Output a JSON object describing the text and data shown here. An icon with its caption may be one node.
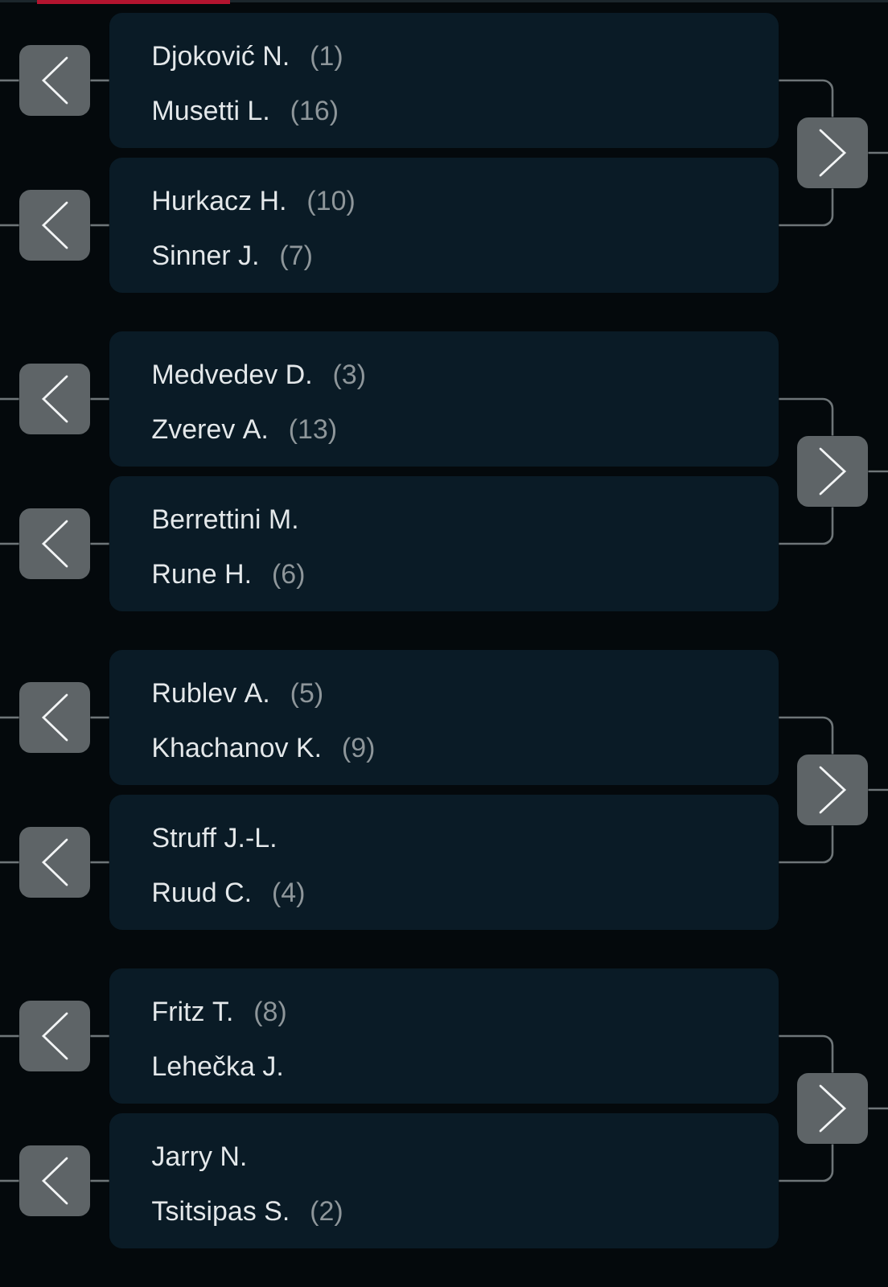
{
  "diagram": {
    "nodes": [
      {
        "text": [],
        "shape": "box"
      },
      {
        "text": [
          "Djoković N.",
          "(1)",
          "Musetti L.",
          "(16)"
        ]
      },
      {
        "text": [],
        "shape": "box"
      },
      {
        "text": [
          "Hurkacz H.",
          "(10)",
          "Sinner J.",
          "(7)"
        ]
      },
      {
        "text": [],
        "shape": "box"
      },
      {
        "text": [],
        "shape": "box"
      },
      {
        "text": [
          "Medvedev D.",
          "(3)",
          "Zverev A.",
          "(13)"
        ]
      },
      {
        "text": [],
        "shape": "box"
      },
      {
        "text": [
          "Berrettini M.",
          "Rune H.",
          "(6)"
        ]
      },
      {
        "text": [],
        "shape": "box"
      },
      {
        "text": [],
        "shape": "box"
      },
      {
        "text": [
          "Rublev A.",
          "(5)",
          "Khachanov K.",
          "(9)"
        ]
      },
      {
        "text": [],
        "shape": "box"
      },
      {
        "text": [
          "Struff J.-L.",
          "Ruud C.",
          "(4)"
        ]
      },
      {
        "text": [],
        "shape": "box"
      },
      {
        "text": [],
        "shape": "box"
      },
      {
        "text": [
          "Fritz T.",
          "(8)",
          "Lehečka J."
        ]
      },
      {
        "text": [],
        "shape": "box"
      },
      {
        "text": [
          "Jarry N.",
          "Tsitsipas S.",
          "(2)"
        ]
      },
      {
        "text": [],
        "shape": "box"
      }
    ],
    "edges": [
      {
        "from": null,
        "to": 0,
        "arrow": "none"
      },
      {
        "from": 0,
        "to": 1,
        "arrow": "none"
      },
      {
        "from": null,
        "to": 2,
        "arrow": "none"
      },
      {
        "from": 2,
        "to": 3,
        "arrow": "none"
      },
      {
        "from": 1,
        "to": 4,
        "arrow": "none"
      },
      {
        "from": 3,
        "to": 4,
        "arrow": "none"
      },
      {
        "from": 4,
        "to": null,
        "arrow": "none"
      },
      {
        "from": null,
        "to": 5,
        "arrow": "none"
      },
      {
        "from": 5,
        "to": 6,
        "arrow": "none"
      },
      {
        "from": null,
        "to": 7,
        "arrow": "none"
      },
      {
        "from": 7,
        "to": 8,
        "arrow": "none"
      },
      {
        "from": 6,
        "to": 9,
        "arrow": "none"
      },
      {
        "from": 8,
        "to": 9,
        "arrow": "none"
      },
      {
        "from": 9,
        "to": null,
        "arrow": "none"
      },
      {
        "from": null,
        "to": 10,
        "arrow": "none"
      },
      {
        "from": 10,
        "to": 11,
        "arrow": "none"
      },
      {
        "from": null,
        "to": 12,
        "arrow": "none"
      },
      {
        "from": 12,
        "to": 13,
        "arrow": "none"
      },
      {
        "from": 11,
        "to": 14,
        "arrow": "none"
      },
      {
        "from": 13,
        "to": 14,
        "arrow": "none"
      },
      {
        "from": 14,
        "to": null,
        "arrow": "none"
      },
      {
        "from": null,
        "to": 15,
        "arrow": "none"
      },
      {
        "from": 15,
        "to": 16,
        "arrow": "none"
      },
      {
        "from": null,
        "to": 17,
        "arrow": "none"
      },
      {
        "from": 17,
        "to": 18,
        "arrow": "none"
      },
      {
        "from": 16,
        "to": 19,
        "arrow": "none"
      },
      {
        "from": 18,
        "to": 19,
        "arrow": "none"
      },
      {
        "from": 19,
        "to": null,
        "arrow": "none"
      }
    ]
  }
}
